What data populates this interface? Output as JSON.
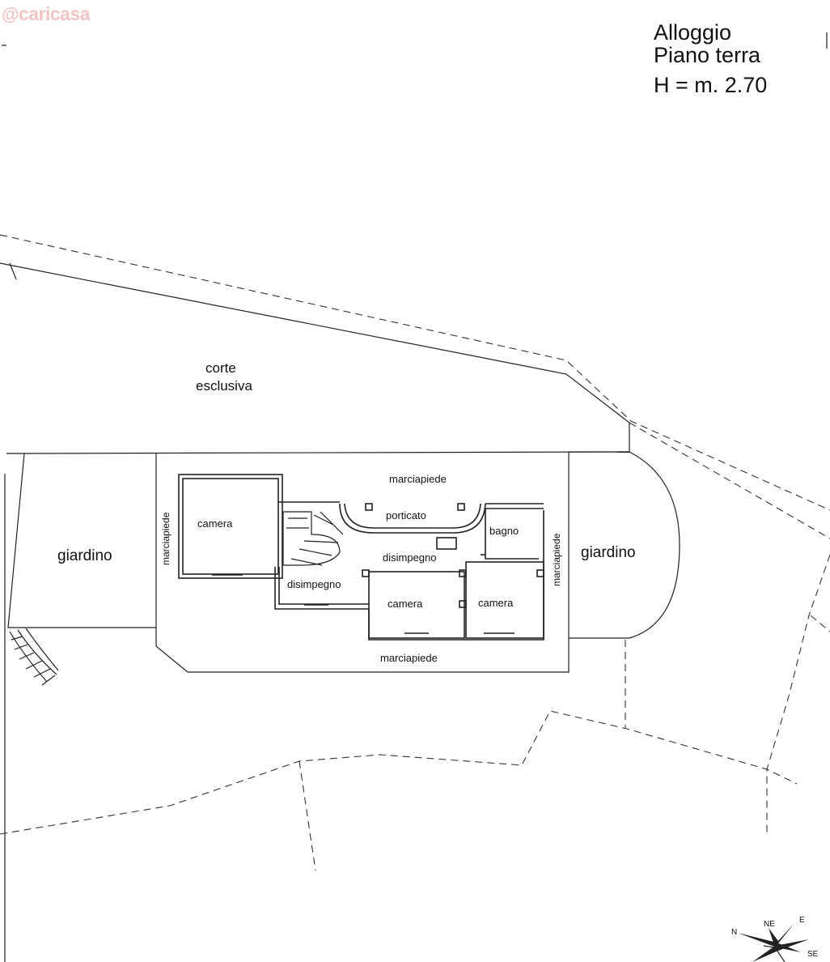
{
  "logo": {
    "text": "caricasa"
  },
  "title": {
    "line1": "Alloggio",
    "line2": "Piano terra",
    "line3": "H = m. 2.70"
  },
  "labels": {
    "corte1": "corte",
    "corte2": "esclusiva",
    "giardino_left": "giardino",
    "giardino_right": "giardino",
    "marciapiede_top": "marciapiede",
    "marciapiede_bottom": "marciapiede",
    "marciapiede_left": "marciapiede",
    "marciapiede_right": "marciapiede",
    "camera_1": "camera",
    "camera_2": "camera",
    "camera_3": "camera",
    "porticato": "porticato",
    "bagno": "bagno",
    "disimpegno_1": "disimpegno",
    "disimpegno_2": "disimpegno"
  },
  "compass": {
    "n": "N",
    "ne": "NE",
    "e": "E",
    "se": "SE"
  },
  "colors": {
    "line": "#222222",
    "logo": "#f2c4c4",
    "background": "#ffffff"
  }
}
